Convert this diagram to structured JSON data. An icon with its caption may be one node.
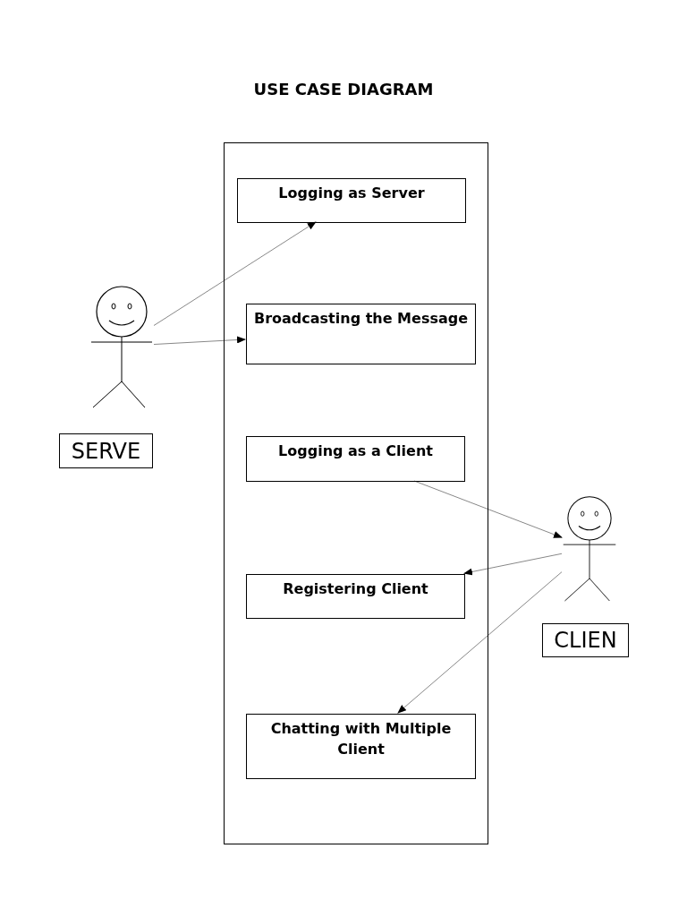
{
  "diagram": {
    "title": "USE CASE DIAGRAM",
    "nodes": [
      {
        "text": [],
        "shape": "box"
      },
      {
        "text": [
          "Logging as Server"
        ],
        "in": 0
      },
      {
        "text": [
          "Broadcasting the Message"
        ],
        "in": 0
      },
      {
        "text": [
          "Logging as a Client"
        ],
        "in": 0
      },
      {
        "text": [
          "Registering Client"
        ],
        "in": 0
      },
      {
        "text": [
          "Chatting with Multiple Client"
        ],
        "in": 0
      },
      {
        "text": [],
        "shape": "person"
      },
      {
        "text": [
          "SERVE"
        ]
      },
      {
        "text": [],
        "shape": "person"
      },
      {
        "text": [
          "CLIEN"
        ]
      }
    ],
    "edges": [
      {
        "from": 6,
        "to": 1,
        "arrow": "to"
      },
      {
        "from": 6,
        "to": 2,
        "arrow": "to"
      },
      {
        "from": 3,
        "to": 8,
        "arrow": "to"
      },
      {
        "from": 8,
        "to": 4,
        "arrow": "to"
      },
      {
        "from": 8,
        "to": 5,
        "arrow": "to"
      }
    ]
  }
}
